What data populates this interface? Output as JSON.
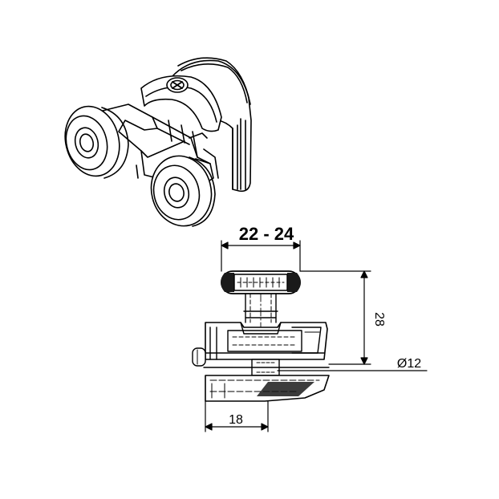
{
  "drawing": {
    "dimensions": {
      "width_range": "22 - 24",
      "height": "28",
      "diameter": "Ø12",
      "depth": "18"
    },
    "colors": {
      "line": "#000000",
      "fill_light": "#ffffff",
      "fill_dark": "#1a1a1a"
    }
  }
}
